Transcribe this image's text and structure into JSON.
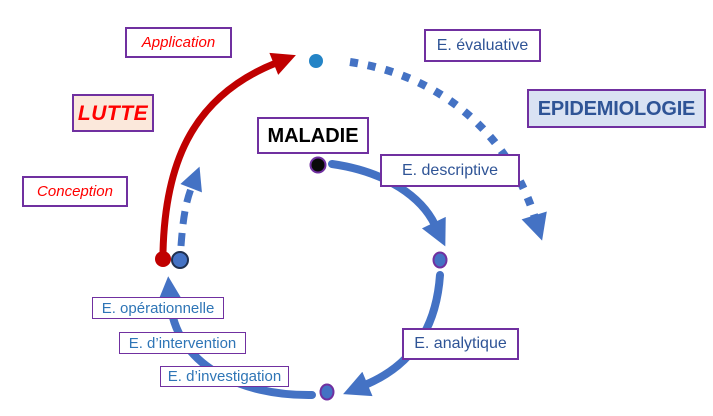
{
  "diagram": {
    "labels": {
      "application": "Application",
      "evaluative": "E. évaluative",
      "lutte": "LUTTE",
      "epidemiologie": "EPIDEMIOLOGIE",
      "maladie": "MALADIE",
      "descriptive": "E. descriptive",
      "conception": "Conception",
      "operationnelle": "E. opérationnelle",
      "intervention": "E. d’intervention",
      "investigation": "E. d’investigation",
      "analytique": "E. analytique"
    },
    "colors": {
      "box_border": "#7030A0",
      "red_text": "#FF0000",
      "red_arrow": "#C00000",
      "blue_arrow": "#4472C4",
      "navy_text": "#2F5496",
      "blue_text": "#2E75B6",
      "lutte_bg": "#FBE8DB",
      "epidemiologie_bg": "#D9E2F3",
      "top_dot": "#2484C6",
      "maladie_dot": "#0A0A0A",
      "dot_ring_purple": "#7030A0",
      "dot_ring_navy": "#1F3050"
    },
    "nodes": {
      "top_point": "application-endpoint",
      "maladie_point": "maladie-start",
      "conception_red_point": "conception-start",
      "cycle_left_point": "operationnelle-endpoint",
      "cycle_right_point": "after-descriptive",
      "cycle_bottom_point": "after-analytique"
    },
    "arrows": {
      "lutte_arrow": {
        "from": "Conception",
        "to": "Application",
        "style": "solid",
        "color": "#C00000"
      },
      "evaluative_arc": {
        "from": "Application point",
        "to": "outward",
        "style": "dotted",
        "color": "#4472C4"
      },
      "descriptive_arc": {
        "from": "MALADIE",
        "to": "right point",
        "style": "solid",
        "color": "#4472C4"
      },
      "analytique_arc": {
        "from": "right point",
        "to": "bottom point",
        "style": "solid",
        "color": "#4472C4"
      },
      "investigation_arc": {
        "from": "bottom point",
        "to": "left point",
        "style": "solid",
        "color": "#4472C4"
      },
      "cycle_return_arc": {
        "from": "left point",
        "to": "toward MALADIE",
        "style": "dashed",
        "color": "#4472C4"
      }
    }
  }
}
